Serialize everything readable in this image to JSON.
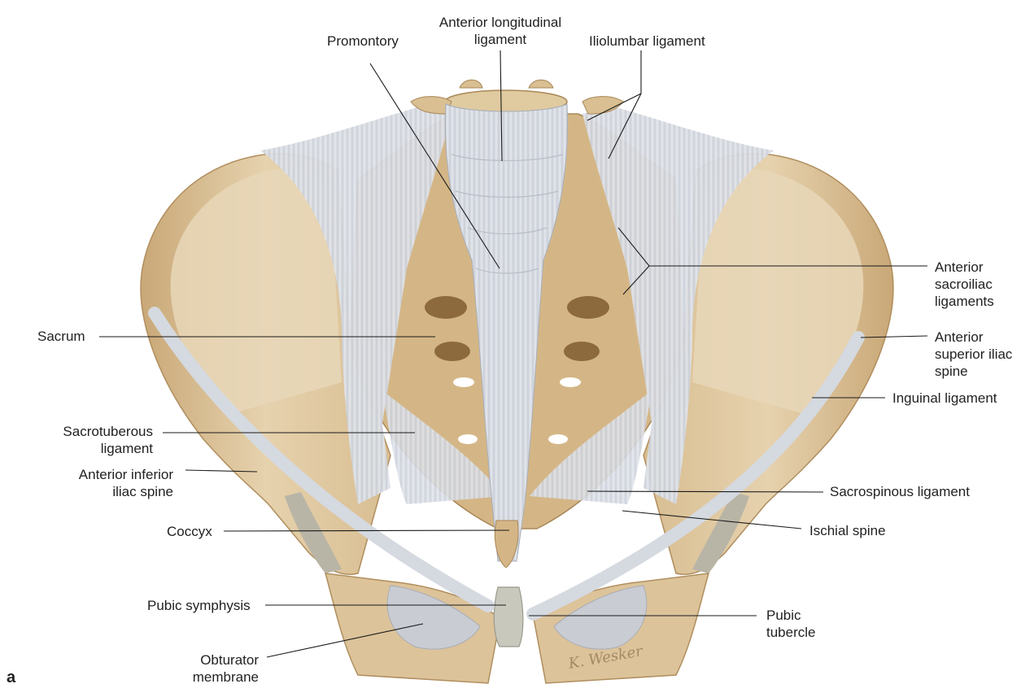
{
  "figure": {
    "panel_letter": "a",
    "signature": "K. Wesker",
    "labels": {
      "promontory": "Promontory",
      "anterior_longitudinal_ligament": [
        "Anterior longitudinal",
        "ligament"
      ],
      "iliolumbar_ligament": "Iliolumbar ligament",
      "anterior_sacroiliac_ligaments": [
        "Anterior",
        "sacroiliac",
        "ligaments"
      ],
      "sacrum": "Sacrum",
      "anterior_superior_iliac_spine": [
        "Anterior",
        "superior iliac",
        "spine"
      ],
      "inguinal_ligament": "Inguinal ligament",
      "sacrotuberous_ligament": [
        "Sacrotuberous",
        "ligament"
      ],
      "anterior_inferior_iliac_spine": [
        "Anterior inferior",
        "iliac spine"
      ],
      "sacrospinous_ligament": "Sacrospinous ligament",
      "coccyx": "Coccyx",
      "ischial_spine": "Ischial spine",
      "pubic_symphysis": "Pubic symphysis",
      "pubic_tubercle": [
        "Pubic",
        "tubercle"
      ],
      "obturator_membrane": [
        "Obturator",
        "membrane"
      ]
    },
    "colors": {
      "bone": "#dcc39a",
      "bone_shadow": "#c2a170",
      "bone_dark": "#a98758",
      "ligament": "#d9dde4",
      "ligament_shadow": "#b4bac5",
      "foramen": "#8c6a3e",
      "cartilage": "#c9c8bd"
    }
  }
}
